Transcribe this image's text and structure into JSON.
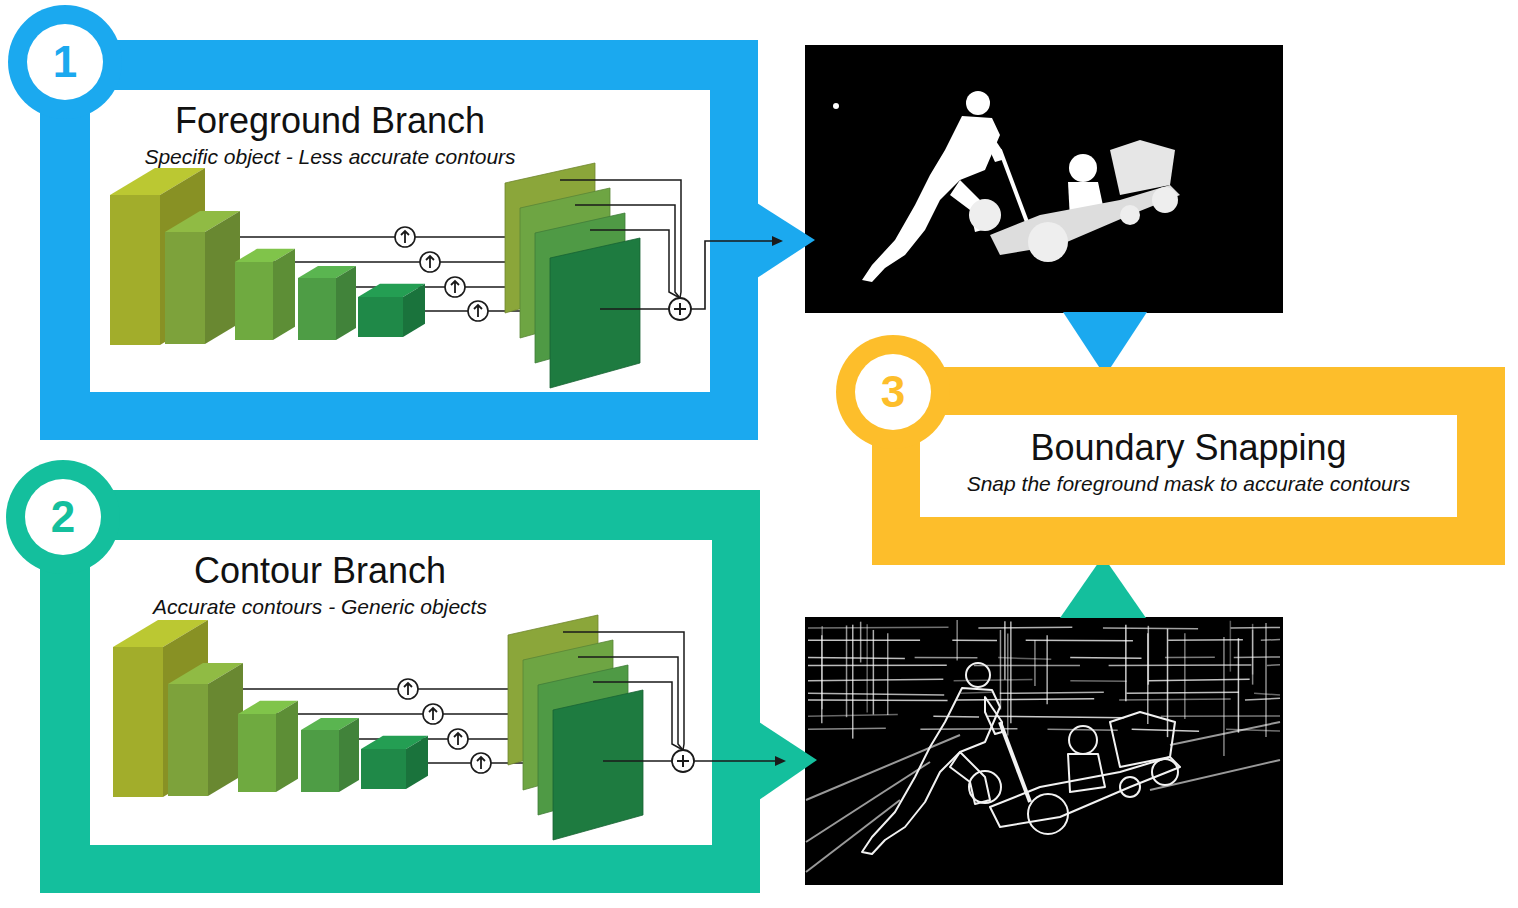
{
  "diagram": {
    "nodes": [
      {
        "text": [
          "Foreground Branch",
          "Specific object - Less accurate contours"
        ]
      },
      {
        "text": [
          "1"
        ],
        "in": 0
      },
      {
        "text": [
          "Contour Branch",
          "Accurate contours - Generic objects"
        ]
      },
      {
        "text": [
          "2"
        ],
        "in": 2
      },
      {
        "text": [
          "Boundary Snapping",
          "Snap the foreground mask to accurate contours"
        ]
      },
      {
        "text": [
          "3"
        ],
        "in": 4
      }
    ],
    "edges": [
      {
        "from": 0,
        "to": 4,
        "arrow": "to"
      },
      {
        "from": 2,
        "to": 4,
        "arrow": "to"
      }
    ]
  }
}
